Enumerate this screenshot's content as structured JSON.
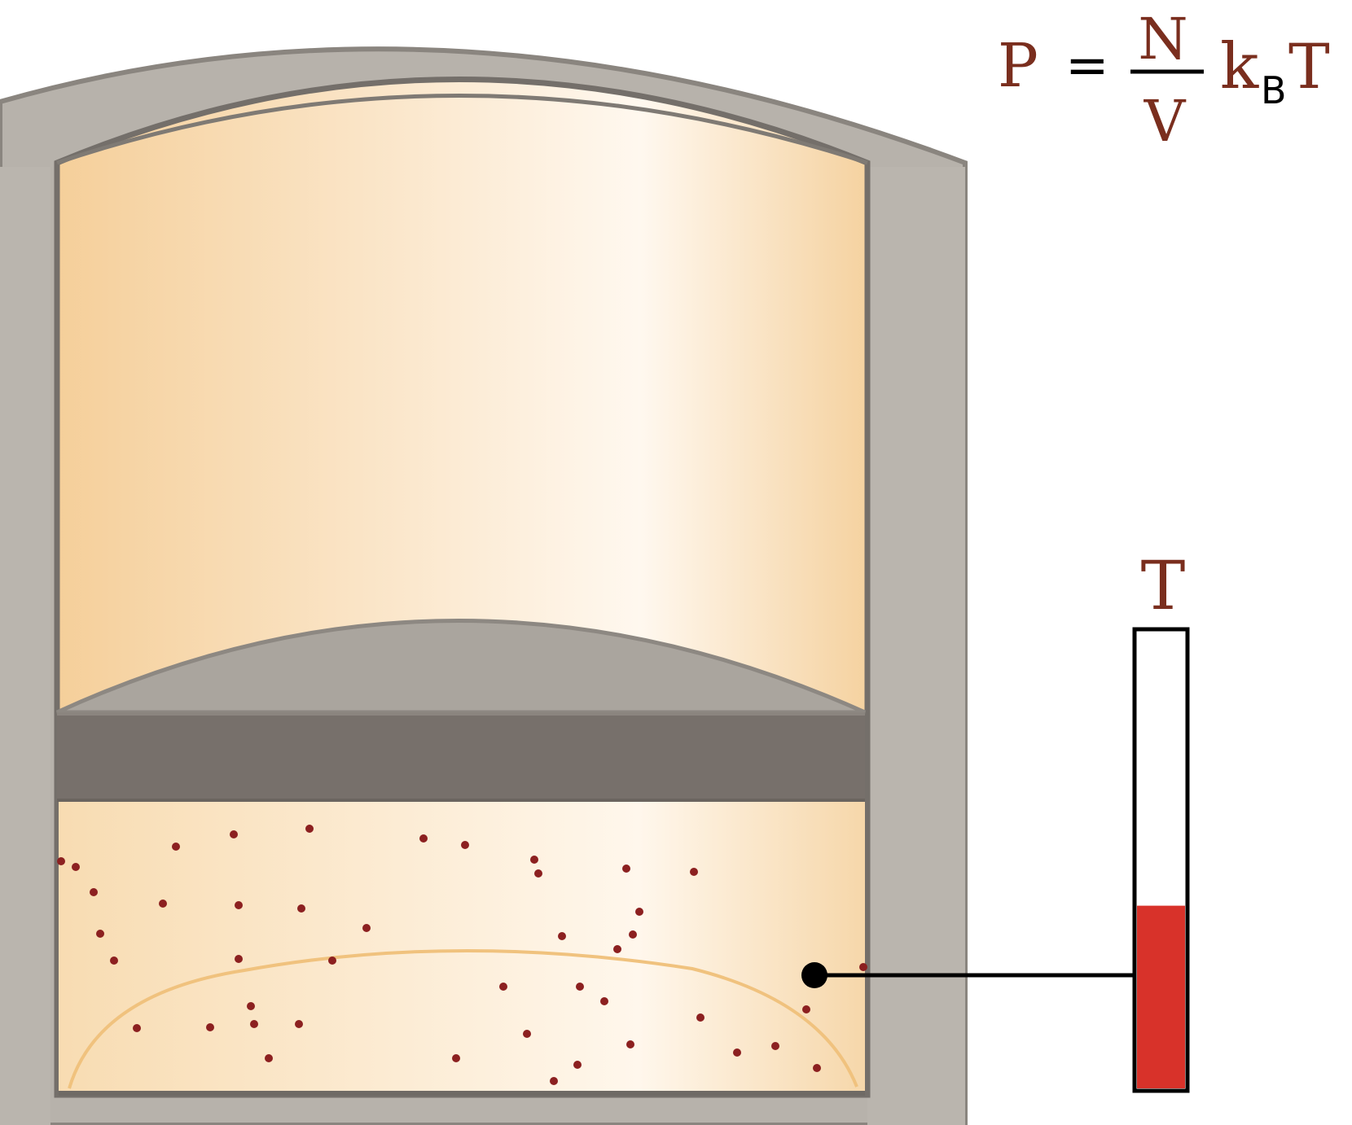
{
  "formula": {
    "lhs": "P",
    "equals": "=",
    "numerator": "N",
    "denominator": "V",
    "k": "k",
    "subscript": "B",
    "t": "T"
  },
  "thermometer": {
    "label": "T",
    "fill_level": 0.4
  },
  "colors": {
    "wall": "#b7b2ab",
    "wall_outline": "#7f7a74",
    "chamber_edge": "#f6d6a7",
    "chamber_center": "#fff7ec",
    "piston_top": "#aaa59e",
    "piston_body": "#77706b",
    "particle": "#8c2020",
    "thermometer_fill": "#d8322a",
    "formula_text": "#7a2e1e"
  },
  "particles": {
    "count": 44
  }
}
